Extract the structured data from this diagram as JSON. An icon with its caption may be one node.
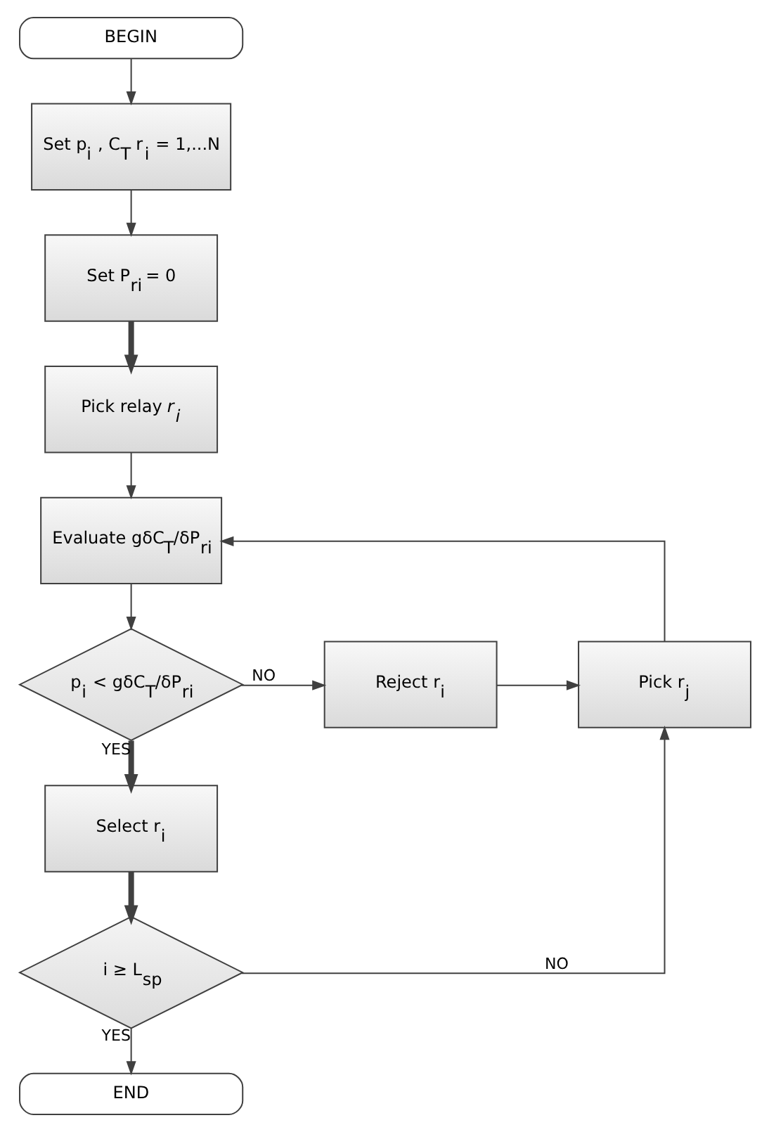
{
  "diagram": {
    "nodes": [
      {
        "text": [
          "BEGIN"
        ]
      },
      {
        "text": [
          "Set p$_{i}$ , C$_{T}$ r$_{i}$ = 1,...N"
        ]
      },
      {
        "text": [
          "Set P$_{ri}$ = 0"
        ]
      },
      {
        "text": [
          "Pick relay *r$_{i}$*"
        ]
      },
      {
        "text": [
          "Evaluate gδC$_{T}$/δP$_{ri}$"
        ]
      },
      {
        "text": [
          "p$_{i}$ < gδC$_{T}$/δP$_{ri}$"
        ]
      },
      {
        "text": [
          "Reject r$_{i}$"
        ]
      },
      {
        "text": [
          "Pick r$_{j}$"
        ]
      },
      {
        "text": [
          "Select r$_{i}$"
        ]
      },
      {
        "text": [
          "i ≥ L$_{sp}$"
        ]
      },
      {
        "text": [
          "END"
        ]
      }
    ],
    "edges": [
      {
        "from": 0,
        "to": 1,
        "arrow": "to"
      },
      {
        "from": 1,
        "to": 2,
        "arrow": "to"
      },
      {
        "from": 2,
        "to": 3,
        "arrow": "to",
        "style": "thick"
      },
      {
        "from": 3,
        "to": 4,
        "arrow": "to"
      },
      {
        "from": 4,
        "to": 5,
        "arrow": "to"
      },
      {
        "from": 5,
        "to": 6,
        "arrow": "to",
        "label": "NO"
      },
      {
        "from": 6,
        "to": 7,
        "arrow": "to"
      },
      {
        "from": 7,
        "to": 4,
        "arrow": "to"
      },
      {
        "from": 5,
        "to": 8,
        "arrow": "to",
        "label": "YES",
        "style": "thick"
      },
      {
        "from": 8,
        "to": 9,
        "arrow": "to",
        "style": "thick"
      },
      {
        "from": 9,
        "to": 7,
        "arrow": "to",
        "label": "NO"
      },
      {
        "from": 9,
        "to": 10,
        "arrow": "to",
        "label": "YES"
      }
    ]
  }
}
